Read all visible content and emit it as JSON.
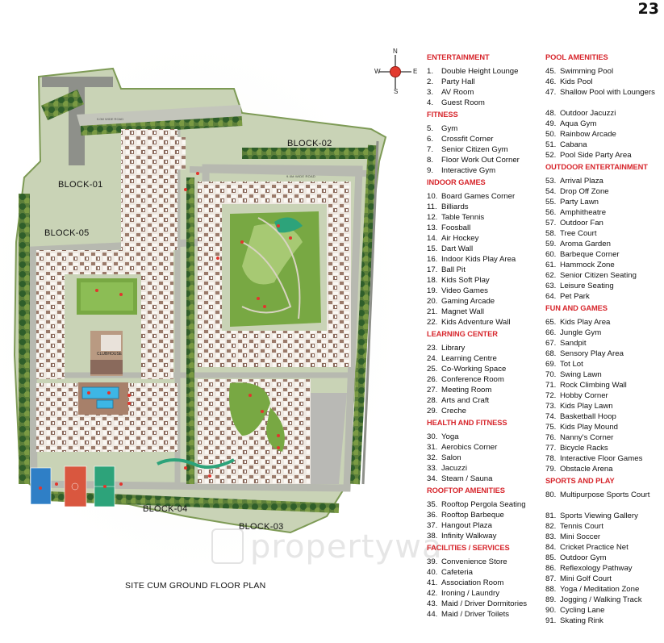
{
  "page_number": "23",
  "map": {
    "title": "SITE CUM GROUND FLOOR PLAN",
    "blocks": [
      {
        "id": "block-01",
        "label": "BLOCK-01"
      },
      {
        "id": "block-02",
        "label": "BLOCK-02"
      },
      {
        "id": "block-03",
        "label": "BLOCK-03"
      },
      {
        "id": "block-04",
        "label": "BLOCK-04"
      },
      {
        "id": "block-05",
        "label": "BLOCK-05"
      }
    ],
    "road_labels": [
      "9.0M WIDE ROAD",
      "9.0M WIDE ROAD"
    ],
    "clubhouse_label": "CLUBHOUSE",
    "watermark": "propertywa",
    "compass": {
      "n": "N",
      "s": "S",
      "e": "E",
      "w": "W"
    },
    "colors": {
      "tree_dark": "#2f5e2a",
      "tree_mid": "#5e8a3a",
      "lawn": "#7bb04a",
      "road": "#b7b9b0",
      "units": "#e9e2da",
      "unit_walls": "#8c6b5c",
      "pool": "#3db6e5",
      "court_blue": "#2f7fc6",
      "court_red": "#d9573f",
      "court_green": "#2da37a",
      "marker": "#e2352d"
    }
  },
  "legend": {
    "accent_color": "#d7262c",
    "columns": [
      [
        {
          "title": "ENTERTAINMENT",
          "items": [
            {
              "n": "1.",
              "label": "Double Height Lounge"
            },
            {
              "n": "2.",
              "label": "Party  Hall"
            },
            {
              "n": "3.",
              "label": "AV Room"
            },
            {
              "n": "4.",
              "label": "Guest Room"
            }
          ]
        },
        {
          "title": "FITNESS",
          "items": [
            {
              "n": "5.",
              "label": "Gym"
            },
            {
              "n": "6.",
              "label": "Crossfit Corner"
            },
            {
              "n": "7.",
              "label": "Senior Citizen Gym"
            },
            {
              "n": "8.",
              "label": "Floor Work Out Corner"
            },
            {
              "n": "9.",
              "label": "Interactive Gym"
            }
          ]
        },
        {
          "title": "INDOOR GAMES",
          "items": [
            {
              "n": "10.",
              "label": "Board Games Corner"
            },
            {
              "n": "11.",
              "label": "Billiards"
            },
            {
              "n": "12.",
              "label": "Table Tennis"
            },
            {
              "n": "13.",
              "label": "Foosball"
            },
            {
              "n": "14.",
              "label": "Air Hockey"
            },
            {
              "n": "15.",
              "label": "Dart Wall"
            },
            {
              "n": "16.",
              "label": "Indoor Kids Play Area"
            },
            {
              "n": "17.",
              "label": "Ball Pit"
            },
            {
              "n": "18.",
              "label": "Kids Soft Play"
            },
            {
              "n": "19.",
              "label": "Video Games"
            },
            {
              "n": "20.",
              "label": "Gaming Arcade"
            },
            {
              "n": "21.",
              "label": "Magnet Wall"
            },
            {
              "n": "22.",
              "label": "Kids Adventure Wall"
            }
          ]
        },
        {
          "title": "LEARNING CENTER",
          "items": [
            {
              "n": "23.",
              "label": "Library"
            },
            {
              "n": "24.",
              "label": "Learning Centre"
            },
            {
              "n": "25.",
              "label": "Co-Working Space"
            },
            {
              "n": "26.",
              "label": "Conference Room"
            },
            {
              "n": "27.",
              "label": "Meeting Room"
            },
            {
              "n": "28.",
              "label": "Arts and Craft"
            },
            {
              "n": "29.",
              "label": "Creche"
            }
          ]
        },
        {
          "title": "HEALTH AND FITNESS",
          "items": [
            {
              "n": "30.",
              "label": "Yoga"
            },
            {
              "n": "31.",
              "label": "Aerobics Corner"
            },
            {
              "n": "32.",
              "label": "Salon"
            },
            {
              "n": "33.",
              "label": "Jacuzzi"
            },
            {
              "n": "34.",
              "label": "Steam / Sauna"
            }
          ]
        },
        {
          "title": "ROOFTOP AMENITIES",
          "items": [
            {
              "n": "35.",
              "label": "Rooftop Pergola Seating"
            },
            {
              "n": "36.",
              "label": "Rooftop Barbeque"
            },
            {
              "n": "37.",
              "label": "Hangout Plaza"
            },
            {
              "n": "38.",
              "label": "Infinity Walkway"
            }
          ]
        },
        {
          "title": "FACILITIES / SERVICES",
          "items": [
            {
              "n": "39.",
              "label": "Convenience Store"
            },
            {
              "n": "40.",
              "label": "Cafeteria"
            },
            {
              "n": "41.",
              "label": "Association Room"
            },
            {
              "n": "42.",
              "label": "Ironing / Laundry"
            },
            {
              "n": "43.",
              "label": "Maid / Driver Dormitories"
            },
            {
              "n": "44.",
              "label": "Maid / Driver Toilets"
            }
          ]
        }
      ],
      [
        {
          "title": "POOL AMENITIES",
          "items": [
            {
              "n": "45.",
              "label": "Swimming Pool"
            },
            {
              "n": "46.",
              "label": "Kids Pool"
            },
            {
              "n": "47.",
              "label": "Shallow Pool with Loungers",
              "tall": true
            },
            {
              "n": "48.",
              "label": "Outdoor Jacuzzi"
            },
            {
              "n": "49.",
              "label": "Aqua Gym"
            },
            {
              "n": "50.",
              "label": "Rainbow Arcade"
            },
            {
              "n": "51.",
              "label": "Cabana"
            },
            {
              "n": "52.",
              "label": "Pool Side Party Area"
            }
          ]
        },
        {
          "title": "OUTDOOR ENTERTAINMENT",
          "items": [
            {
              "n": "53.",
              "label": "Arrival Plaza"
            },
            {
              "n": "54.",
              "label": "Drop Off Zone"
            },
            {
              "n": "55.",
              "label": "Party Lawn"
            },
            {
              "n": "56.",
              "label": "Amphitheatre"
            },
            {
              "n": "57.",
              "label": "Outdoor Fan"
            },
            {
              "n": "58.",
              "label": "Tree Court"
            },
            {
              "n": "59.",
              "label": "Aroma Garden"
            },
            {
              "n": "60.",
              "label": "Barbeque Corner"
            },
            {
              "n": "61.",
              "label": "Hammock Zone"
            },
            {
              "n": "62.",
              "label": "Senior Citizen Seating"
            },
            {
              "n": "63.",
              "label": "Leisure Seating"
            },
            {
              "n": "64.",
              "label": "Pet Park"
            }
          ]
        },
        {
          "title": "FUN AND GAMES",
          "items": [
            {
              "n": "65.",
              "label": "Kids Play Area"
            },
            {
              "n": "66.",
              "label": "Jungle Gym"
            },
            {
              "n": "67.",
              "label": "Sandpit"
            },
            {
              "n": "68.",
              "label": "Sensory Play Area"
            },
            {
              "n": "69.",
              "label": "Tot Lot"
            },
            {
              "n": "70.",
              "label": "Swing Lawn"
            },
            {
              "n": "71.",
              "label": "Rock Climbing Wall"
            },
            {
              "n": "72.",
              "label": "Hobby Corner"
            },
            {
              "n": "73.",
              "label": "Kids Play Lawn"
            },
            {
              "n": "74.",
              "label": "Basketball Hoop"
            },
            {
              "n": "75.",
              "label": "Kids Play Mound"
            },
            {
              "n": "76.",
              "label": "Nanny's Corner"
            },
            {
              "n": "77.",
              "label": "Bicycle Racks"
            },
            {
              "n": "78.",
              "label": "Interactive Floor Games"
            },
            {
              "n": "79.",
              "label": "Obstacle Arena"
            }
          ]
        },
        {
          "title": "SPORTS AND PLAY",
          "items": [
            {
              "n": "80.",
              "label": "Multipurpose Sports Court",
              "tall": true
            },
            {
              "n": "81.",
              "label": "Sports Viewing Gallery"
            },
            {
              "n": "82.",
              "label": "Tennis Court"
            },
            {
              "n": "83.",
              "label": "Mini Soccer"
            },
            {
              "n": "84.",
              "label": "Cricket Practice Net"
            },
            {
              "n": "85.",
              "label": "Outdoor Gym"
            },
            {
              "n": "86.",
              "label": "Reflexology Pathway"
            },
            {
              "n": "87.",
              "label": "Mini Golf Court"
            },
            {
              "n": "88.",
              "label": "Yoga / Meditation Zone"
            },
            {
              "n": "89.",
              "label": "Jogging / Walking Track"
            },
            {
              "n": "90.",
              "label": "Cycling Lane"
            },
            {
              "n": "91.",
              "label": "Skating Rink"
            }
          ]
        }
      ]
    ]
  }
}
